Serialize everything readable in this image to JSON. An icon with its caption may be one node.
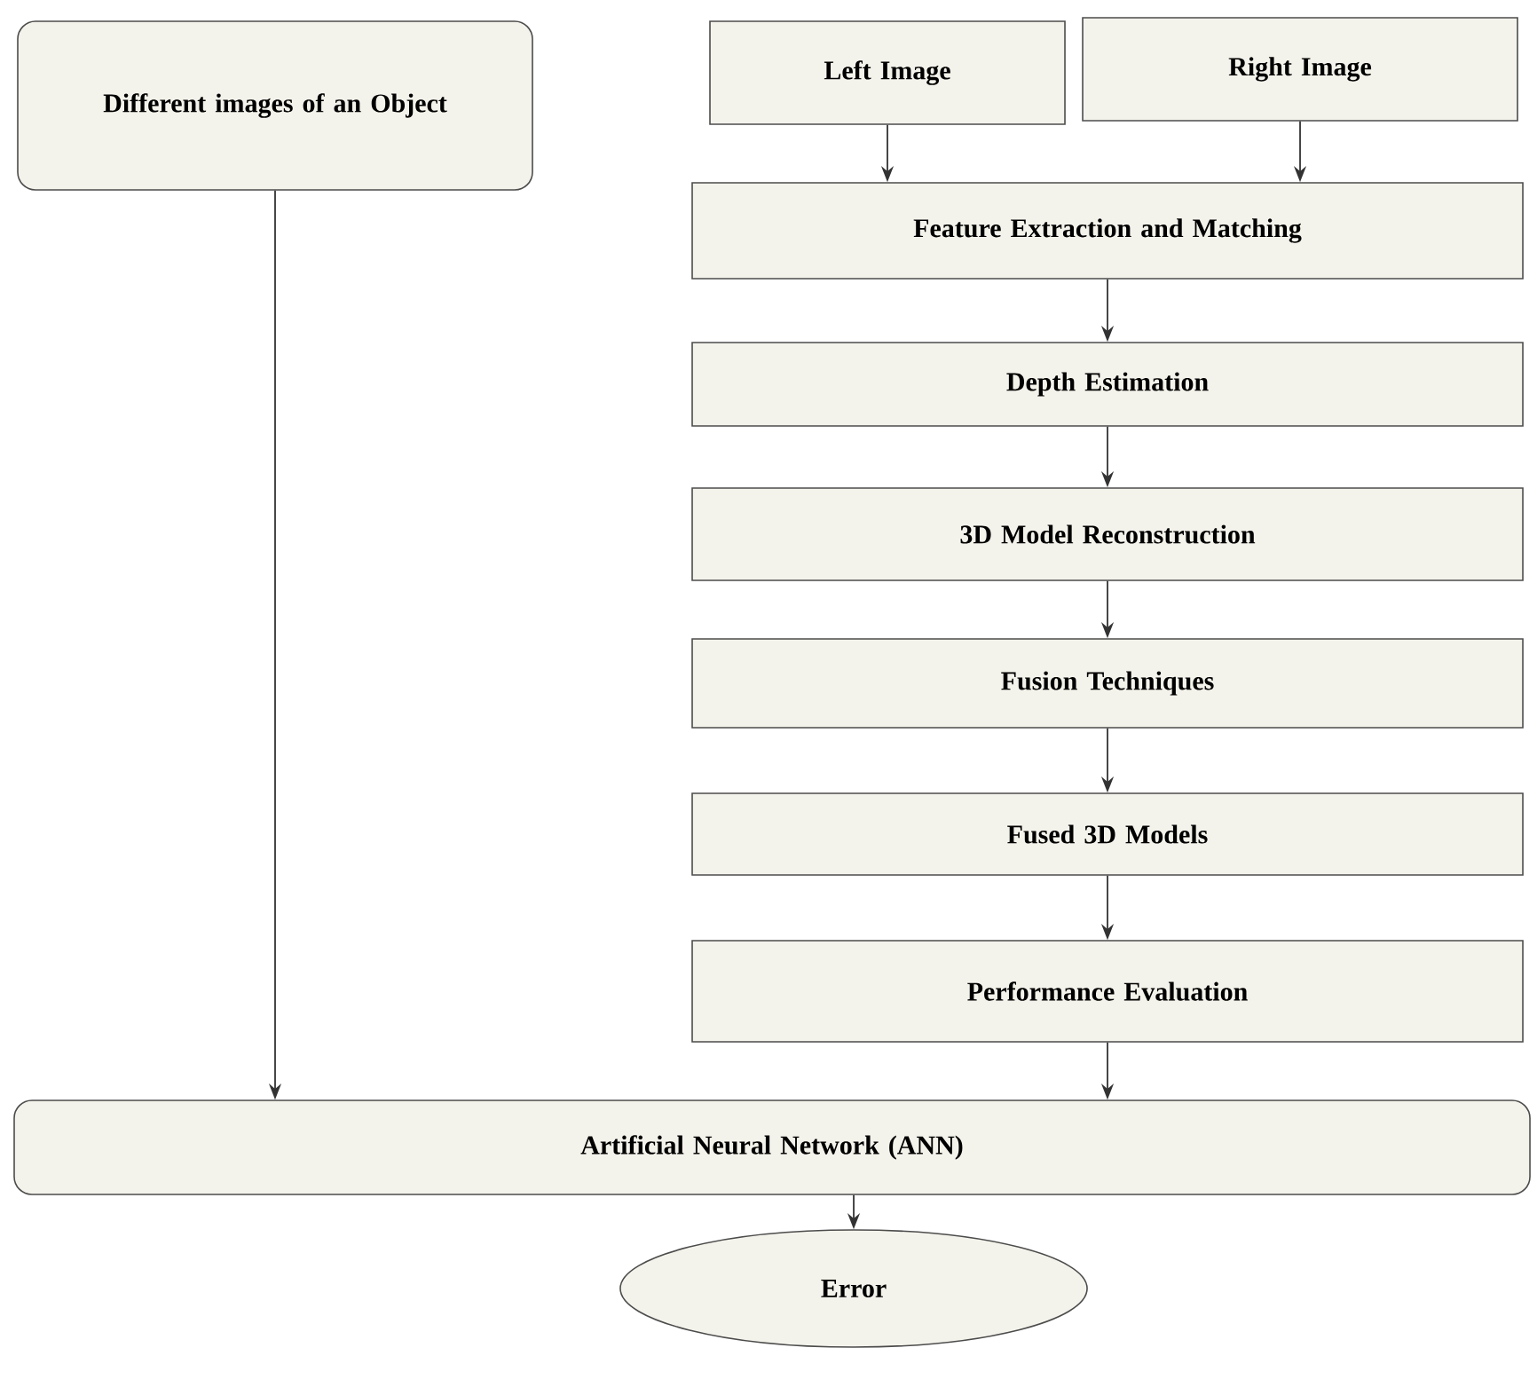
{
  "diagram": {
    "nodes": [
      {
        "text": [
          "Different images of an Object"
        ]
      },
      {
        "text": [
          "Left Image"
        ]
      },
      {
        "text": [
          "Right Image"
        ]
      },
      {
        "text": [
          "Feature Extraction and Matching"
        ]
      },
      {
        "text": [
          "Depth Estimation"
        ]
      },
      {
        "text": [
          "3D Model Reconstruction"
        ]
      },
      {
        "text": [
          "Fusion Techniques"
        ]
      },
      {
        "text": [
          "Fused 3D Models"
        ]
      },
      {
        "text": [
          "Performance Evaluation"
        ]
      },
      {
        "text": [
          "Artificial Neural Network (ANN)"
        ]
      },
      {
        "text": [
          "Error"
        ]
      }
    ],
    "edges": [
      {
        "from": 1,
        "to": 3,
        "arrow": "to"
      },
      {
        "from": 2,
        "to": 3,
        "arrow": "to"
      },
      {
        "from": 3,
        "to": 4,
        "arrow": "to"
      },
      {
        "from": 4,
        "to": 5,
        "arrow": "to"
      },
      {
        "from": 5,
        "to": 6,
        "arrow": "to"
      },
      {
        "from": 6,
        "to": 7,
        "arrow": "to"
      },
      {
        "from": 7,
        "to": 8,
        "arrow": "to"
      },
      {
        "from": 8,
        "to": 9,
        "arrow": "to"
      },
      {
        "from": 0,
        "to": 9,
        "arrow": "to"
      },
      {
        "from": 9,
        "to": 10,
        "arrow": "to"
      }
    ]
  }
}
